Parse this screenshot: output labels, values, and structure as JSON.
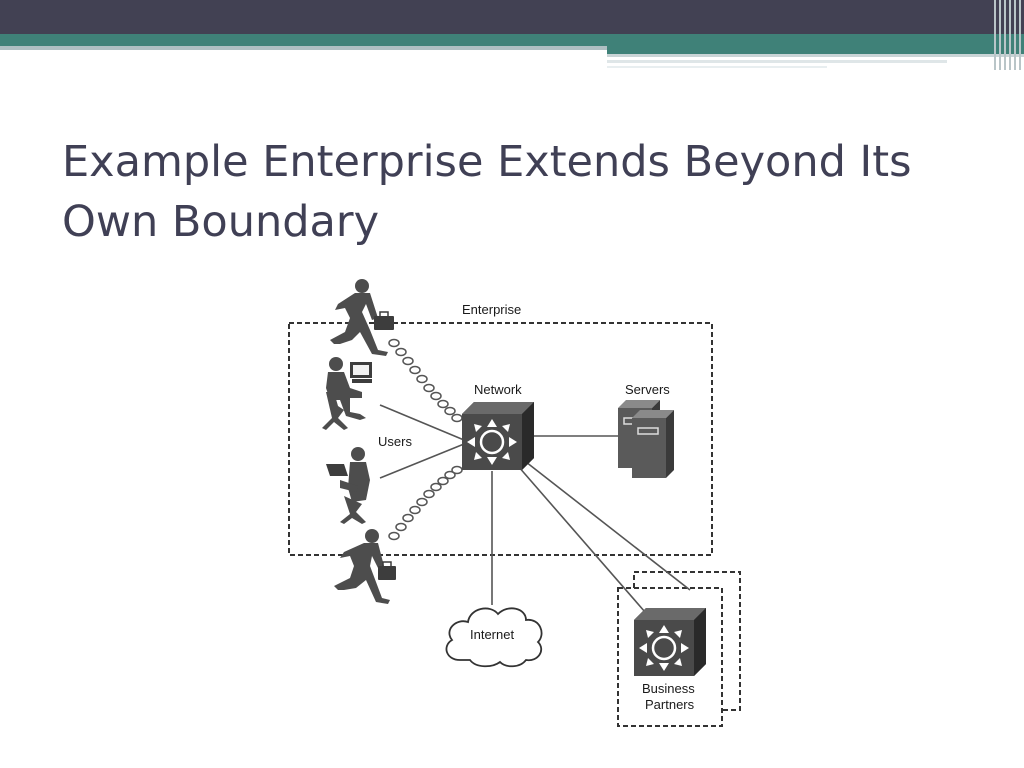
{
  "slide": {
    "title_line1": "Example Enterprise Extends Beyond Its",
    "title_line2": "Own Boundary"
  },
  "diagram": {
    "enterprise_label": "Enterprise",
    "network_label": "Network",
    "servers_label": "Servers",
    "users_label": "Users",
    "internet_label": "Internet",
    "business_partners_line1": "Business",
    "business_partners_line2": "Partners"
  },
  "colors": {
    "header_dark": "#424153",
    "accent_teal": "#3f8178",
    "title_text": "#404055",
    "icon_gray": "#4d4d4d"
  }
}
